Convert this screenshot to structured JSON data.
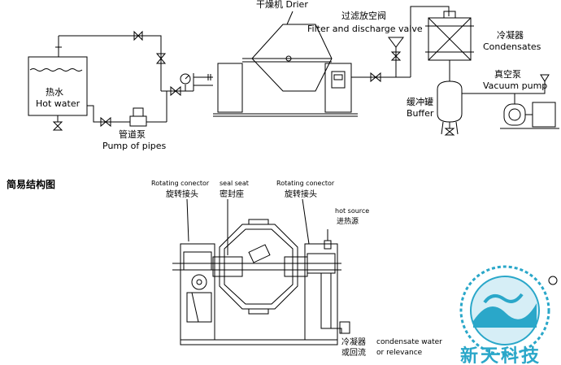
{
  "process_flow": {
    "dryer_label_cn": "干燥机",
    "dryer_label_en": "Drier",
    "filter_label_cn": "过滤放空阀",
    "filter_label_en": "Filter and discharge valve",
    "condenser_label_cn": "冷凝器",
    "condenser_label_en": "Condensates",
    "vacuum_pump_label_cn": "真空泵",
    "vacuum_pump_label_en": "Vacuum pump",
    "buffer_label_cn": "缓冲罐",
    "buffer_label_en": "Buffer",
    "hot_water_label_cn": "热水",
    "hot_water_label_en": "Hot water",
    "pipe_pump_label_cn": "管道泵",
    "pipe_pump_label_en": "Pump of pipes"
  },
  "structure_diagram": {
    "title": "简易结构图",
    "rotating_connector_left_en": "Rotating conector",
    "rotating_connector_left_cn": "旋转接头",
    "seal_seat_en": "seal seat",
    "seal_seat_cn": "密封座",
    "rotating_connector_right_en": "Rotating conector",
    "rotating_connector_right_cn": "旋转接头",
    "hot_source_en": "hot source",
    "hot_source_cn": "进热源",
    "condenser_return_cn_1": "冷凝器",
    "condenser_return_cn_2": "或回流",
    "condensate_water_en": "condensate water",
    "or_relevance_en": "or relevance"
  },
  "logo": {
    "text": "新天科技",
    "color": "#2aa7c9"
  }
}
